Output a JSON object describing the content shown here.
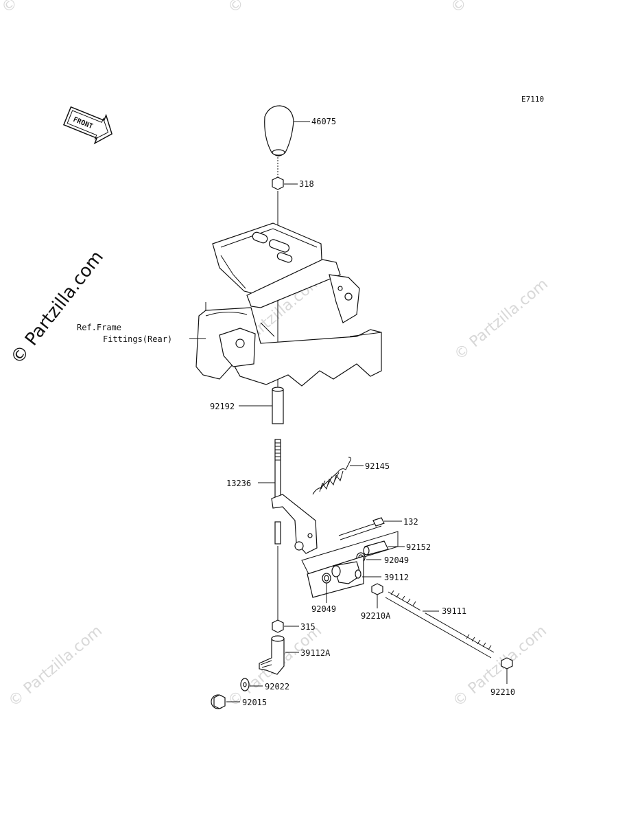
{
  "diagram_code": "E7110",
  "front_label": "FRONT",
  "watermark_main": "© Partzilla.com",
  "watermark_faint": "© Partzilla.com",
  "ref_note_line1": "Ref.Frame",
  "ref_note_line2": "Fittings(Rear)",
  "parts": {
    "knob": "46075",
    "nut_upper": "318",
    "collar": "92192",
    "lever": "13236",
    "spring": "92145",
    "bolt": "132",
    "pin": "92152",
    "washer_right": "92049",
    "joint": "39112",
    "washer_left": "92049",
    "nut_joint": "92210A",
    "rod": "39111",
    "nut_lower": "315",
    "joint_a": "39112A",
    "washer_flat": "92022",
    "nut_bottom": "92015",
    "nut_rod": "92210"
  }
}
